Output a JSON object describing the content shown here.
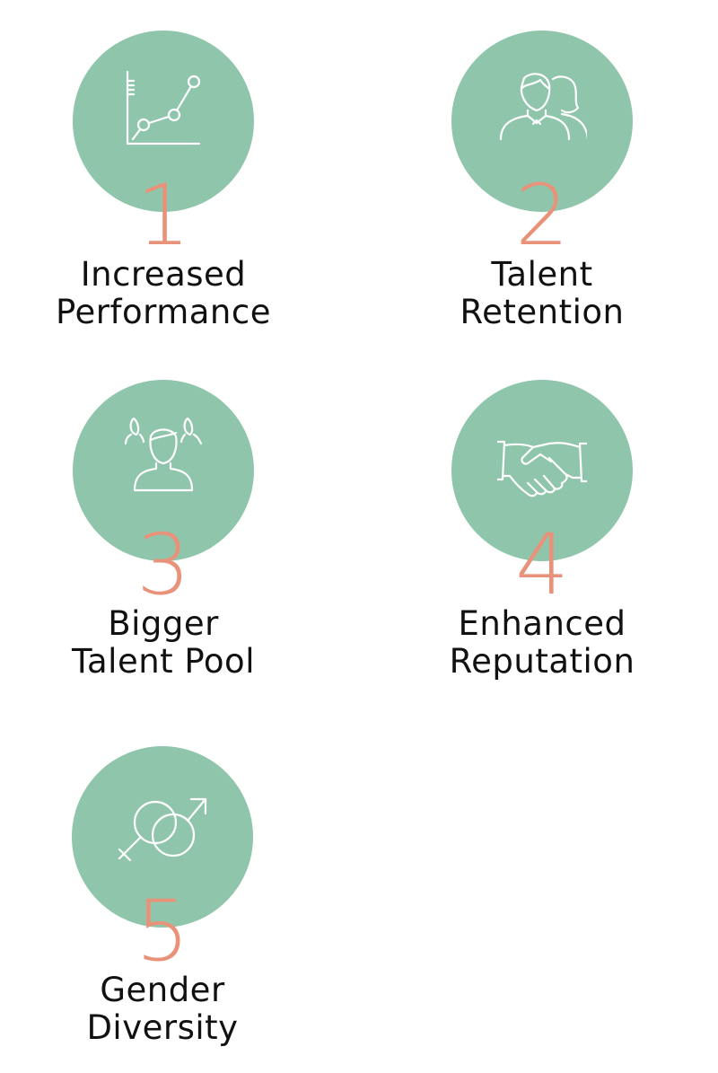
{
  "colors": {
    "circle": "#8fc6ab",
    "number": "#e9927a",
    "text": "#111111",
    "icon_stroke": "#ffffff"
  },
  "items": [
    {
      "number": "1",
      "line1": "Increased",
      "line2": "Performance",
      "icon": "line-chart-icon"
    },
    {
      "number": "2",
      "line1": "Talent",
      "line2": "Retention",
      "icon": "people-icon"
    },
    {
      "number": "3",
      "line1": "Bigger",
      "line2": "Talent Pool",
      "icon": "person-group-icon"
    },
    {
      "number": "4",
      "line1": "Enhanced",
      "line2": "Reputation",
      "icon": "handshake-icon"
    },
    {
      "number": "5",
      "line1": "Gender",
      "line2": "Diversity",
      "icon": "gender-symbol-icon"
    }
  ]
}
